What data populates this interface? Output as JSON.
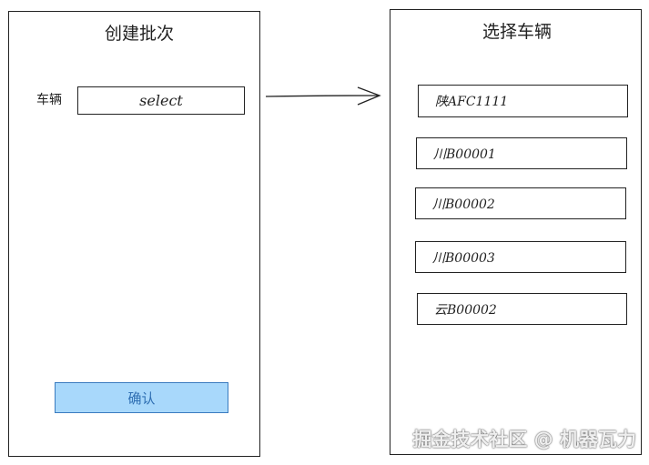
{
  "left_panel": {
    "title": "创建批次",
    "vehicle_label": "车辆",
    "select_value": "select",
    "confirm_label": "确认"
  },
  "right_panel": {
    "title": "选择车辆",
    "options": [
      "陕AFC1111",
      "川B00001",
      "川B00002",
      "川B00003",
      "云B00002"
    ]
  },
  "watermark": "掘金技术社区 @ 机器瓦力",
  "colors": {
    "button_fill": "#a8d8fb",
    "button_border": "#3a7bbf",
    "button_text": "#2f6fb3",
    "stroke": "#222222"
  }
}
